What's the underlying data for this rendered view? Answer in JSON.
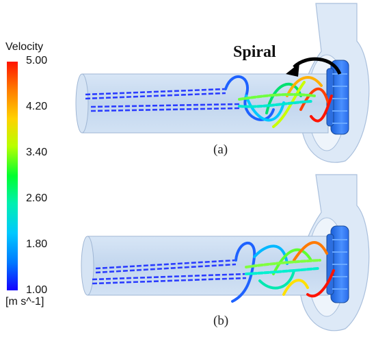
{
  "legend": {
    "title": "Velocity",
    "unit": "[m s^-1]",
    "ticks": [
      "5.00",
      "4.20",
      "3.40",
      "2.60",
      "1.80",
      "1.00"
    ],
    "colors": {
      "max": "#ff1400",
      "mid_high": "#ffd200",
      "mid": "#00ff30",
      "mid_low": "#00c8ff",
      "min": "#1400ff"
    }
  },
  "annotation": {
    "text": "Spiral",
    "arrow_icon": "curved-arrow-icon"
  },
  "panels": [
    {
      "label": "(a)"
    },
    {
      "label": "(b)"
    }
  ]
}
